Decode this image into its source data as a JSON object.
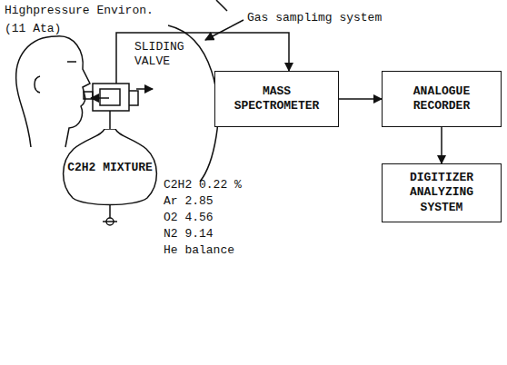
{
  "diagram": {
    "nodes": [
      {
        "text": [
          "C2H2 MIXTURE"
        ]
      },
      {
        "text": [
          "MASS SPECTROMETER"
        ]
      },
      {
        "text": [
          "ANALOGUE RECORDER"
        ]
      },
      {
        "text": [
          "DIGITIZER ANALYZING SYSTEM"
        ]
      }
    ],
    "edges": [
      {
        "from": 1,
        "to": 2,
        "arrow": "to"
      },
      {
        "from": 2,
        "to": 3,
        "arrow": "to"
      }
    ],
    "labels": [
      "Highpressure Environ.",
      "(11 Ata)",
      "SLIDING VALVE",
      "Gas samplimg system",
      "C2H2 0.22 %",
      "Ar 2.85",
      "O2 4.56",
      "N2 9.14",
      "He balance"
    ]
  }
}
